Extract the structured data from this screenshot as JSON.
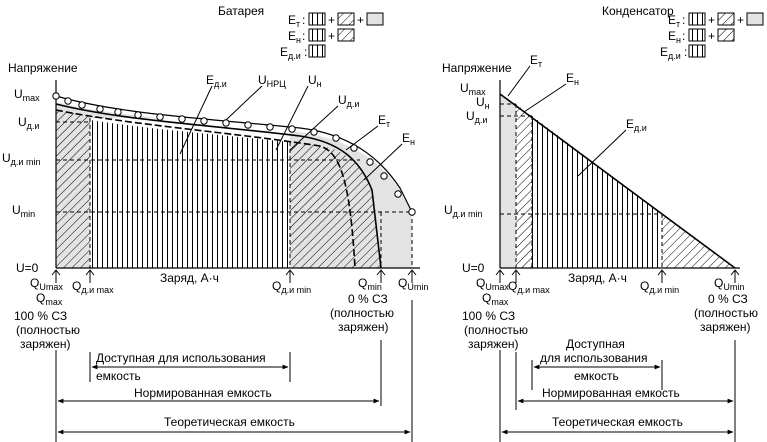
{
  "battery": {
    "title": "Батарея",
    "y_axis_label": "Напряжение",
    "x_axis_label": "Заряд, А·ч",
    "legend": [
      {
        "label": "E",
        "sub": "т"
      },
      {
        "label": "E",
        "sub": "н"
      },
      {
        "label": "E",
        "sub": "д.и"
      }
    ],
    "y_ticks": [
      {
        "main": "U",
        "sub": "max"
      },
      {
        "main": "U",
        "sub": "д.и"
      },
      {
        "main": "U",
        "sub": "д.и min"
      },
      {
        "main": "U",
        "sub": "min"
      },
      {
        "main": "U=0",
        "sub": ""
      }
    ],
    "curve_labels": [
      {
        "main": "E",
        "sub": "д.и"
      },
      {
        "main": "U",
        "sub": "НРЦ"
      },
      {
        "main": "U",
        "sub": "н"
      },
      {
        "main": "U",
        "sub": "д.и"
      },
      {
        "main": "E",
        "sub": "т"
      },
      {
        "main": "E",
        "sub": "н"
      }
    ],
    "x_marks": [
      {
        "main": "Q",
        "sub": "Umax"
      },
      {
        "main": "Q",
        "sub": "д.и max"
      },
      {
        "main": "Q",
        "sub": "д.и min"
      },
      {
        "main": "Q",
        "sub": "min"
      },
      {
        "main": "Q",
        "sub": "Umin"
      }
    ],
    "qmax_label": {
      "main": "Q",
      "sub": "max"
    },
    "full_charge": [
      "100 % СЗ",
      "(полностью",
      "заряжен)"
    ],
    "zero_charge": [
      "0 % СЗ",
      "(полностью",
      "заряжен)"
    ],
    "spans": {
      "available": [
        "Доступная для использования",
        "емкость"
      ],
      "rated": "Нормированная емкость",
      "theoretical": "Теоретическая емкость"
    }
  },
  "capacitor": {
    "title": "Конденсатор",
    "y_axis_label": "Напряжение",
    "x_axis_label": "Заряд, А·ч",
    "legend": [
      {
        "label": "E",
        "sub": "т"
      },
      {
        "label": "E",
        "sub": "н"
      },
      {
        "label": "E",
        "sub": "д.и"
      }
    ],
    "y_ticks": [
      {
        "main": "U",
        "sub": "max"
      },
      {
        "main": "U",
        "sub": "н"
      },
      {
        "main": "U",
        "sub": "д.и"
      },
      {
        "main": "U",
        "sub": "д.и min"
      },
      {
        "main": "U=0",
        "sub": ""
      }
    ],
    "curve_labels": [
      {
        "main": "E",
        "sub": "т"
      },
      {
        "main": "E",
        "sub": "н"
      },
      {
        "main": "E",
        "sub": "д.и"
      }
    ],
    "x_marks": [
      {
        "main": "Q",
        "sub": "Umax"
      },
      {
        "main": "Q",
        "sub": "д.и max"
      },
      {
        "main": "Q",
        "sub": "д.и min"
      },
      {
        "main": "Q",
        "sub": "Umin"
      }
    ],
    "qmax_label": {
      "main": "Q",
      "sub": "max"
    },
    "full_charge": [
      "100 % СЗ",
      "(полностью",
      "заряжен)"
    ],
    "zero_charge": [
      "0 % СЗ",
      "(полностью",
      "заряжен)"
    ],
    "spans": {
      "available": [
        "Доступная",
        "для использования",
        "емкость"
      ],
      "rated": "Нормированная емкость",
      "theoretical": "Теоретическая емкость"
    }
  }
}
